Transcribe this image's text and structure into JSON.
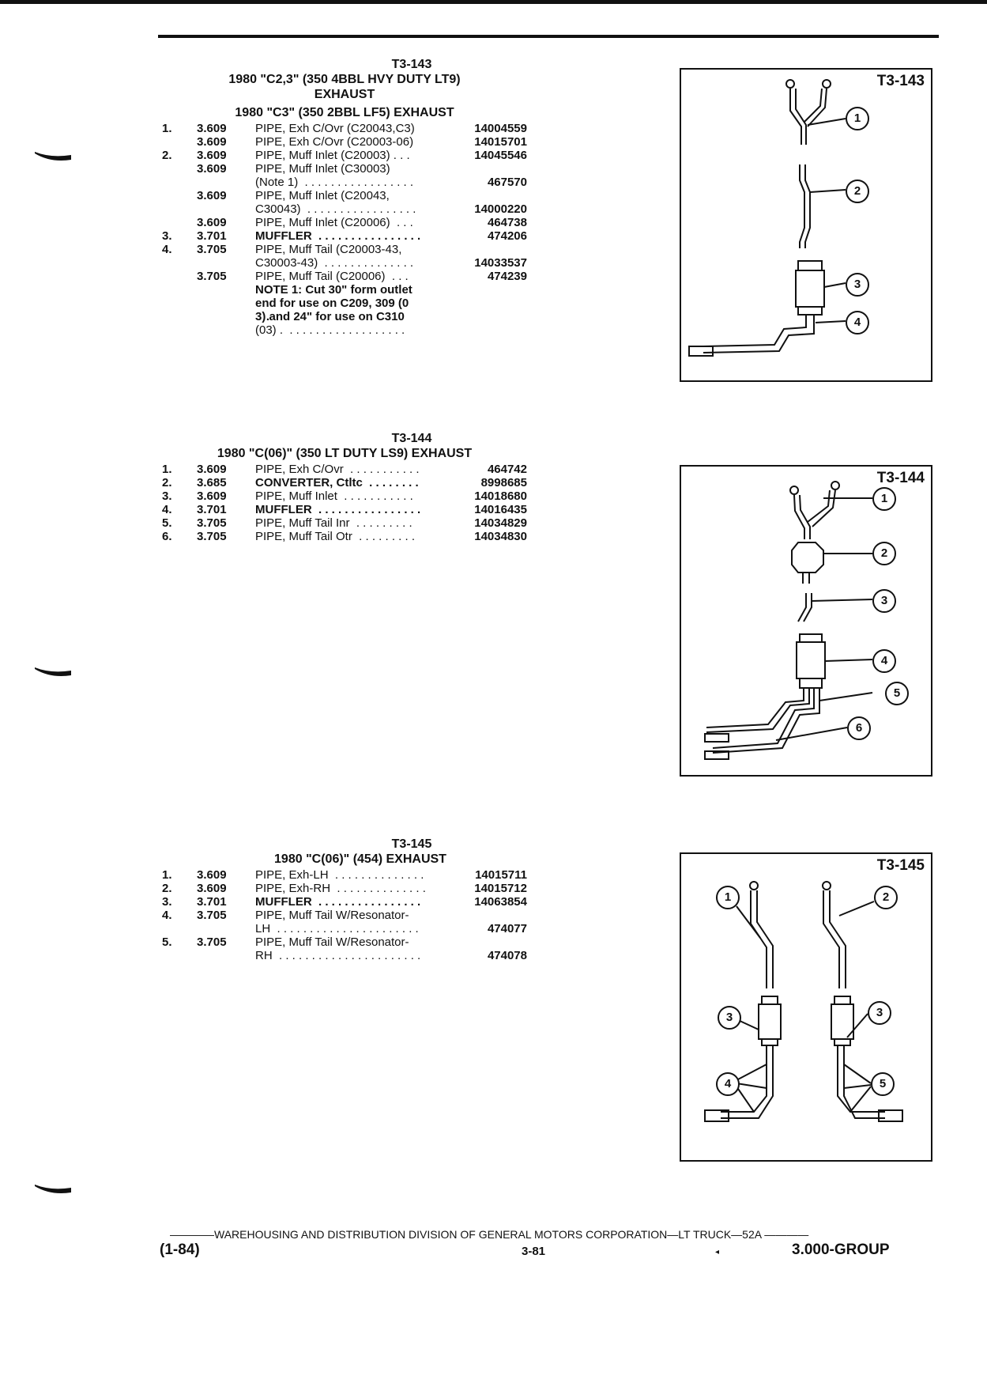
{
  "sections": [
    {
      "id": "t3-143",
      "ref": "T3-143",
      "headers": [
        "1980 \"C2,3\" (350 4BBL HVY DUTY LT9)",
        "EXHAUST",
        "1980 \"C3\" (350 2BBL LF5) EXHAUST"
      ],
      "rows": [
        {
          "num": "1.",
          "code": "3.609",
          "desc": "PIPE, Exh C/Ovr (C20043,C3)",
          "pn": "14004559"
        },
        {
          "num": "",
          "code": "3.609",
          "desc": "PIPE, Exh C/Ovr (C20003-06)",
          "pn": "14015701"
        },
        {
          "num": "2.",
          "code": "3.609",
          "desc": "PIPE, Muff Inlet (C20003) . . .",
          "pn": "14045546"
        },
        {
          "num": "",
          "code": "3.609",
          "desc": "PIPE, Muff Inlet (C30003)",
          "pn": ""
        },
        {
          "num": "",
          "code": "",
          "desc": "(Note 1)  . . . . . . . . . . . . . . . . .",
          "pn": "467570"
        },
        {
          "num": "",
          "code": "3.609",
          "desc": "PIPE, Muff Inlet (C20043,",
          "pn": ""
        },
        {
          "num": "",
          "code": "",
          "desc": "C30043)  . . . . . . . . . . . . . . . . .",
          "pn": "14000220"
        },
        {
          "num": "",
          "code": "3.609",
          "desc": "PIPE, Muff Inlet (C20006)  . . .",
          "pn": "464738"
        },
        {
          "num": "3.",
          "code": "3.701",
          "desc": "MUFFLER  . . . . . . . . . . . . . . . .",
          "pn": "474206"
        },
        {
          "num": "4.",
          "code": "3.705",
          "desc": "PIPE, Muff Tail (C20003-43,",
          "pn": ""
        },
        {
          "num": "",
          "code": "",
          "desc": "C30003-43)  . . . . . . . . . . . . . .",
          "pn": "14033537"
        },
        {
          "num": "",
          "code": "3.705",
          "desc": "PIPE, Muff Tail (C20006)  . . .",
          "pn": "474239"
        }
      ],
      "note_lines": [
        {
          "bullet": ".",
          "text": "NOTE 1: Cut 30\" form outlet"
        },
        {
          "bullet": "",
          "text": "end for use on C209, 309 (0"
        },
        {
          "bullet": ".",
          "text": "3) and 24\" for use on C310"
        },
        {
          "bullet": "",
          "text": "(03) .  . . . . . . . . . . . . . . . . . ."
        }
      ]
    },
    {
      "id": "t3-144",
      "ref": "T3-144",
      "headers": [
        "1980 \"C(06)\" (350 LT DUTY LS9) EXHAUST"
      ],
      "rows": [
        {
          "num": "1.",
          "code": "3.609",
          "desc": "PIPE, Exh C/Ovr  . . . . . . . . . . .",
          "pn": "464742"
        },
        {
          "num": "2.",
          "code": "3.685",
          "desc": "CONVERTER, Ctltc  . . . . . . . .",
          "pn": "8998685"
        },
        {
          "num": "3.",
          "code": "3.609",
          "desc": "PIPE, Muff Inlet  . . . . . . . . . . .",
          "pn": "14018680"
        },
        {
          "num": "4.",
          "code": "3.701",
          "desc": "MUFFLER  . . . . . . . . . . . . . . . .",
          "pn": "14016435"
        },
        {
          "num": "5.",
          "code": "3.705",
          "desc": "PIPE, Muff Tail Inr  . . . . . . . . .",
          "pn": "14034829"
        },
        {
          "num": "6.",
          "code": "3.705",
          "desc": "PIPE, Muff Tail Otr  . . . . . . . . .",
          "pn": "14034830"
        }
      ]
    },
    {
      "id": "t3-145",
      "ref": "T3-145",
      "headers": [
        "1980 \"C(06)\" (454) EXHAUST"
      ],
      "rows": [
        {
          "num": "1.",
          "code": "3.609",
          "desc": "PIPE, Exh-LH  . . . . . . . . . . . . . .",
          "pn": "14015711"
        },
        {
          "num": "2.",
          "code": "3.609",
          "desc": "PIPE, Exh-RH  . . . . . . . . . . . . . .",
          "pn": "14015712"
        },
        {
          "num": "3.",
          "code": "3.701",
          "desc": "MUFFLER  . . . . . . . . . . . . . . . .",
          "pn": "14063854"
        },
        {
          "num": "4.",
          "code": "3.705",
          "desc": "PIPE, Muff Tail W/Resonator-",
          "pn": ""
        },
        {
          "num": "",
          "code": "",
          "desc": "LH  . . . . . . . . . . . . . . . . . . . . . .",
          "pn": "474077"
        },
        {
          "num": "5.",
          "code": "3.705",
          "desc": "PIPE, Muff Tail W/Resonator-",
          "pn": ""
        },
        {
          "num": "",
          "code": "",
          "desc": "RH  . . . . . . . . . . . . . . . . . . . . . .",
          "pn": "474078"
        }
      ]
    }
  ],
  "diagrams": {
    "d143": {
      "title": "T3-143",
      "callouts": [
        "1",
        "2",
        "3",
        "4"
      ]
    },
    "d144": {
      "title": "T3-144",
      "callouts": [
        "1",
        "2",
        "3",
        "4",
        "5",
        "6"
      ]
    },
    "d145": {
      "title": "T3-145",
      "callouts": [
        "1",
        "2",
        "3",
        "3",
        "4",
        "5"
      ]
    }
  },
  "footer": {
    "line": "————WAREHOUSING AND DISTRIBUTION  DIVISION OF GENERAL MOTORS CORPORATION—LT TRUCK—52A ————",
    "left": "(1-84)",
    "center": "3-81",
    "right": "3.000-GROUP"
  }
}
